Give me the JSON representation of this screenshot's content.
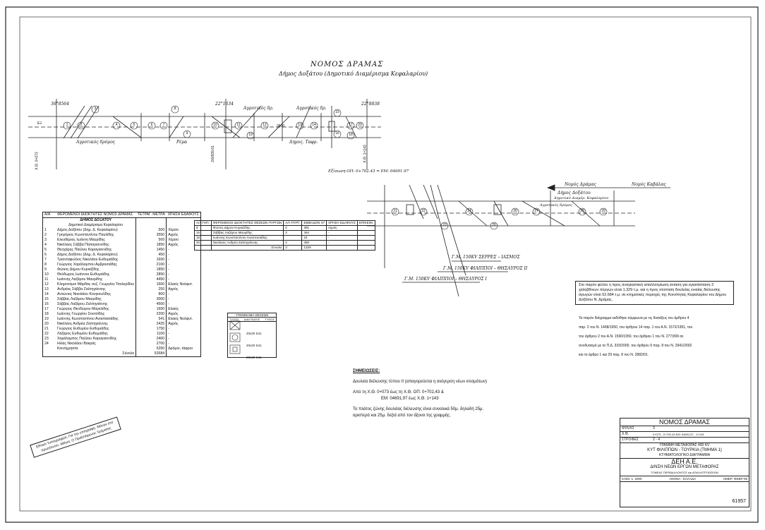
{
  "header": {
    "prefecture": "ΝΟΜΟΣ ΔΡΑΜΑΣ",
    "municipality": "Δήμος Δοξάτου (Δημοτικό Διαμέρισμα Κεφαλαρίου)"
  },
  "plan_labels": {
    "corner_angle_1": "36°8564",
    "corner_angle_2": "22°1634",
    "corner_angle_3": "22°8838",
    "road_1": "Αγροτικός δρόμος",
    "road_2": "Ρέμα",
    "road_3": "Αγροτικός δρ.",
    "road_4": "Αγροτικός δρ.",
    "road_5": "Δημος. Ταφρ.",
    "chainage_left": "Χ.Θ. 0+073",
    "chainage_mid": "2/6/939.61",
    "chainage_right": "Χ.Θ. 1+143",
    "width_label": "3500",
    "axis_start": "ΕΞ",
    "coords": "Εξίσωση ΟΠ: 0+702.43 = ΕΜ: 04691.97"
  },
  "parcels_top": [
    "1",
    "2",
    "3",
    "4",
    "5",
    "6",
    "7",
    "8",
    "9",
    "10",
    "11",
    "12",
    "13",
    "14",
    "15",
    "16",
    "17",
    "18",
    "19",
    "20"
  ],
  "parcels_right": [
    "21",
    "22",
    "23",
    "24",
    "25",
    "26",
    "27",
    "28",
    "29"
  ],
  "right_plan": {
    "prefecture_left": "Νομός Δράμας",
    "prefecture_right": "Νομός Καβάλας",
    "municipality": "Δήμος Δοξάτου",
    "district": "Δημοτικό Διαμέρ. Κεφαλαρίου",
    "road": "Αγροτικός δρόμος",
    "line_1": "Γ.Μ. 150ΚV ΣΕΡΡΕΣ – ΙΑΣΜΟΣ",
    "line_2": "Γ.Μ. 150ΚV ΦΙΛΙΠΠΟΙ – ΘΗΣΑΥΡΟΣ ΙΙ",
    "line_3": "Γ.Μ. 150ΚV ΦΙΛΙΠΠΟΙ – ΘΗΣΑΥΡΟΣ Ι"
  },
  "owners_table": {
    "headers": [
      "Α/Α",
      "ΦΕΡΟΜΕΝΟΙ ΙΔΙΟΚΤΗΤΕΣ ΝΟΜΟΣ ΔΡΑΜΑΣ",
      "ΤΕΤΡΑΓ. ΜΕΤΡΑ",
      "ΧΡΗΣΗ ΕΔΑΦΟΥΣ"
    ],
    "section": "ΔΗΜΟΣ ΔΟΞΑΤΟΥ",
    "subsection": "Δημοτικό Διαμέρισμα Κεφαλαρίου",
    "rows": [
      [
        "1",
        "Δήμος Δοξάτου (Δημ. Δ. Κεφαλαρίου)",
        "500",
        "Χέρσο"
      ],
      [
        "2",
        "Γρηγόριος Κωνσταντίνου Παυλίδης",
        "3550",
        "Αγρός"
      ],
      [
        "3",
        "Ελευθέριος Ιωάννη Μαυρίδης",
        "500",
        "Χέρσο"
      ],
      [
        "4",
        "Νικόλαος Σάββα Παπαγιαννίδης",
        "1850",
        "Αγρός"
      ],
      [
        "5",
        "Θεοχάρης Παύλου Καραγιαννίδης",
        "1450",
        "-"
      ],
      [
        "6",
        "Δήμος Δοξάτου (Δημ. Δ. Κεφαλαρίου)",
        "450",
        "-"
      ],
      [
        "7",
        "Τριανταφυλλος Νικολάου Ευθυμιάδης",
        "1650",
        "-"
      ],
      [
        "8",
        "Γεώργιος Χαράλαμπου Αμβροσιάδης",
        "2100",
        "-"
      ],
      [
        "9",
        "Φώτιος Δήμου Κυριαζίδης",
        "1850",
        "-"
      ],
      [
        "10",
        "Θεόδωρος Ιωάννου Ευθυμιάδης",
        "2850",
        "-"
      ],
      [
        "11",
        "Ιωάννης Λαζάρου Μαυρίδης",
        "4450",
        "-"
      ],
      [
        "12",
        "Κληρονόμοι Μάρθας συζ. Γεωργίου Τσολερίδου",
        "1600",
        "Ελαιές Νεόφυτ."
      ],
      [
        "13",
        "Ανδρέας Σάββα Ζαλτηγιάννης",
        "250",
        "Αγρός"
      ],
      [
        "14",
        "Αντώνιος Νικολάου Κουγιουλίδης",
        "800",
        "-"
      ],
      [
        "15",
        "Σάββας Λαζάρου Μαυρίδης",
        "3000",
        "-"
      ],
      [
        "16",
        "Σάββας Λαζάρου Ζαλτηγιάννης",
        "4500",
        "-"
      ],
      [
        "17",
        "Γεώργιος Θεοδώρου Μαγκλίδης",
        "1600",
        "Ελαιές"
      ],
      [
        "18",
        "Ιωάννης Γεωργίου Σουτσίδης",
        "2200",
        "Αγρός"
      ],
      [
        "19",
        "Ιωάννης Κωνσταντίνου Αναστασιάδης",
        "541",
        "Ελαιές Νεόφυτ."
      ],
      [
        "20",
        "Νικόλαος Ανδρέα Ζαλτηγιάννης",
        "2425",
        "Αγρός"
      ],
      [
        "21",
        "Γεώργιος Ευθυμίου Ευθυμιάδης",
        "1750",
        "-"
      ],
      [
        "22",
        "Λάζαρος Ευθυμίου Ευθυμιάδης",
        "1100",
        "-"
      ],
      [
        "23",
        "Χαράλαμπος Παύλου Καραγιαννίδης",
        "2400",
        "-"
      ],
      [
        "24",
        "Ηλίας Νικολάου Βακράς",
        "2700",
        "-"
      ],
      [
        "",
        "Κοινόχρηστα",
        "5260",
        "Δρόμοι, τάφροι"
      ]
    ],
    "total_label": "Σύνολο",
    "total_value": "52684"
  },
  "towers_table": {
    "headers": [
      "Α/Α ΓΗΠ.",
      "ΦΕΡΟΜΕΝΟΙ ΙΔΙΟΚΤΗΤΕΣ ΘΕΣΕΩΝ ΠΥΡΓΩΝ",
      "Α/Α ΠΥΡΓ.",
      "ΕΜΒΑΔΟΝ m²",
      "ΧΡΗΣΗ ΕΔΑΦΟΥΣ",
      "ΕΠΙΚΕΙΜ."
    ],
    "rows": [
      [
        "9",
        "Φώτιος Δήμου Κυριαζίδης",
        "2",
        "391",
        "Αγρός",
        ""
      ],
      [
        "15",
        "Σάββας Λαζάρου Μαυρίδης",
        "3",
        "464",
        "-",
        ""
      ],
      [
        "19",
        "Ιωάννης Κωνσταντίνου Αναστασιάδης",
        "",
        "24",
        "-",
        ""
      ],
      [
        "20",
        "Νικόλαος Ανδρέα Ζαλτηγιάννης",
        "4",
        "450",
        "-",
        ""
      ]
    ],
    "total_label": "Σύνολο",
    "total_count": "3",
    "total_area": "1329"
  },
  "legend": {
    "title": "ΥΠΟΜΝΗΜΑ ΘΕΣΕΩΝ",
    "headers": [
      "ΤΥΠΟΣ",
      "ΔΙΑΣΤΑΣΕΙΣ",
      "ΤΥΠΟΣ"
    ],
    "rows": [
      [
        "20x20",
        "S41"
      ],
      [
        "20x20",
        "S41"
      ],
      [
        "20x20",
        "S41"
      ]
    ]
  },
  "info_box": "Στο παρόν φύλλο η προς αναγκαστική απαλλοτρίωση έκταση για εγκατάσταση 3 χαλύβδινων πύργων είναι 1.329 τ.μ. και η προς σύσταση δουλείας ενιαίας διέλευσης αγωγών είναι 52.684 τ.μ. σε κτηματικές περιοχές της Κοινότητας Κεφαλαρίου του Δήμου Δοξάτου Ν. Δράμας.",
  "legal_text": [
    "Τα παρόν διάγραμμα εκδόθηκε σύμφωνα με τις διατάξεις του άρθρου 4",
    "παρ. 2 του Ν. 1468/1950, του άρθρου 14 παρ. 1 του Α.Ν. 1572/1951, του",
    "του άρθρου 2 του Α.Ν. 1590/1950, του άρθρου 1 του Ν. 2773/99 σε",
    "συνδυασμό με το Π.Δ. 333/2000, του άρθρου 9 παρ. 8 του Ν. 2941/2002",
    "και το άρθρο 1 και 29 παρ. 8 του Ν. 2882/01."
  ],
  "notes": {
    "title": "ΣΗΜΕΙΩΣΕΙΣ:",
    "n1": "Δουλεία διέλευσης τύπου ΙΙ (απαγορεύεται η ανέγερση νέων κτισμάτων)",
    "n2": "Από τη Χ.Θ. 0+073 έως τη Χ.Θ. ΟΠ: 0+702,43 &",
    "n3": "ΕΜ: 04691,97 έως Χ.Θ. 1+143",
    "n4": "Το πλάτος ζώνης δουλείας διέλευσης είναι συνολικά 50μ. δηλαδή 25μ.",
    "n5": "αριστερά και 25μ. δεξιά από τον άξονα της γραμμής."
  },
  "stamp": "Εθνικό Τυπογραφείο. Για την υπογραφή. Μόνον στο πρωτότυπο. Αθήνα, Ο Προϊστάμενος Τμήματος",
  "title_block": {
    "prefecture": "ΝΟΜΟΣ ΔΡΑΜΑΣ",
    "sheet_label": "ΦΥΛΛΟ",
    "sheet_value": "3",
    "chainage_label": "Χ.Θ.",
    "chainage_value": "0+073 - 0+702,43 ΕΜ: 04691,97 - 1+143",
    "turns_label": "ΣΤΡΟΦΕΣ",
    "turns_value": "2 - 4",
    "project": "ΓΡΑΜΜΗ ΜΕΤΑΦΟΡΑΣ 400 KV",
    "line": "ΚΥΤ ΦΙΛΙΠΠΩΝ - ΤΟΥΡΚΙΑ (ΤΜΗΜΑ 1)",
    "type": "ΚΤΗΜΑΤΟΛΟΓΙΚΟ ΔΙΑΓΡΑΜΜΑ",
    "company": "ΔΕΗ Α.Ε.",
    "division": "Δ/ΝΣΗ ΝΕΩΝ ΕΡΓΩΝ ΜΕΤΑΦΟΡΑΣ",
    "section": "ΤΟΜΕΑΣ ΠΕΡΙΒΑΛΛΟΝΤΟΣ και ΑΠΑΛΛΟΤΡΙΩΣΕΩΝ",
    "scale": "ΚΛΙΜ. 1: 2000",
    "place": "ΑΘΗΝΑ - ΕΛΛΑΔΑ",
    "date": "ΗΜΕΡ. ΦΕΒΡ.'05",
    "number": "61957"
  }
}
